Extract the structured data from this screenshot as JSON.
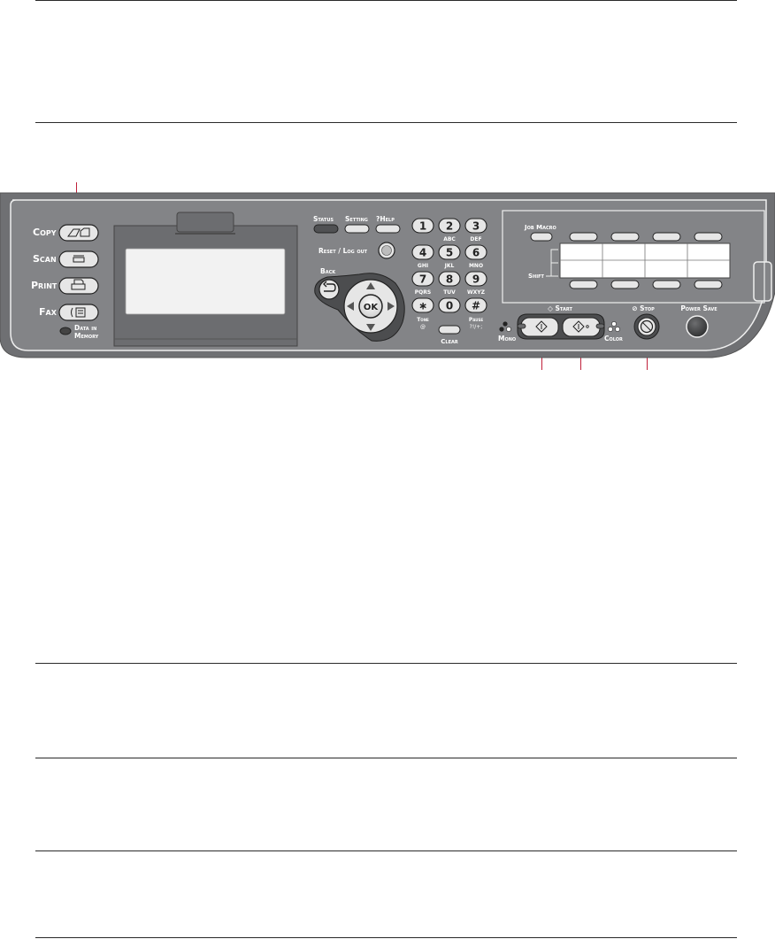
{
  "modes": {
    "copy": "Copy",
    "scan": "Scan",
    "print": "Print",
    "fax": "Fax",
    "data_in_memory_line1": "Data in",
    "data_in_memory_line2": "Memory"
  },
  "top_buttons": {
    "status": "Status",
    "setting": "Setting",
    "help": "?Help"
  },
  "reset": "Reset / Log out",
  "back": "Back",
  "ok": "OK",
  "keypad": {
    "keys": [
      "1",
      "2",
      "3",
      "4",
      "5",
      "6",
      "7",
      "8",
      "9",
      "∗",
      "0",
      "#"
    ],
    "subs": [
      "",
      "ABC",
      "DEF",
      "GHI",
      "JKL",
      "MNO",
      "PQRS",
      "TUV",
      "WXYZ",
      "",
      "",
      ""
    ],
    "tone_line1": "Tone",
    "tone_line2": "@",
    "pause_line1": "Pause",
    "pause_line2": "?!/+;",
    "clear": "Clear"
  },
  "job_macro": "Job Macro",
  "shift": "Shift",
  "start": "◇ Start",
  "mono": "Mono",
  "color": "Color",
  "stop": "⊘ Stop",
  "power_save": "Power Save",
  "colors": {
    "panel_outer": "#6f7073",
    "panel_face": "#838487",
    "panel_line": "#eeeeee",
    "screen": "#f2f2f2",
    "button_face": "#e6e6e6",
    "status_btn": "#505153",
    "callout": "#c0203a"
  }
}
